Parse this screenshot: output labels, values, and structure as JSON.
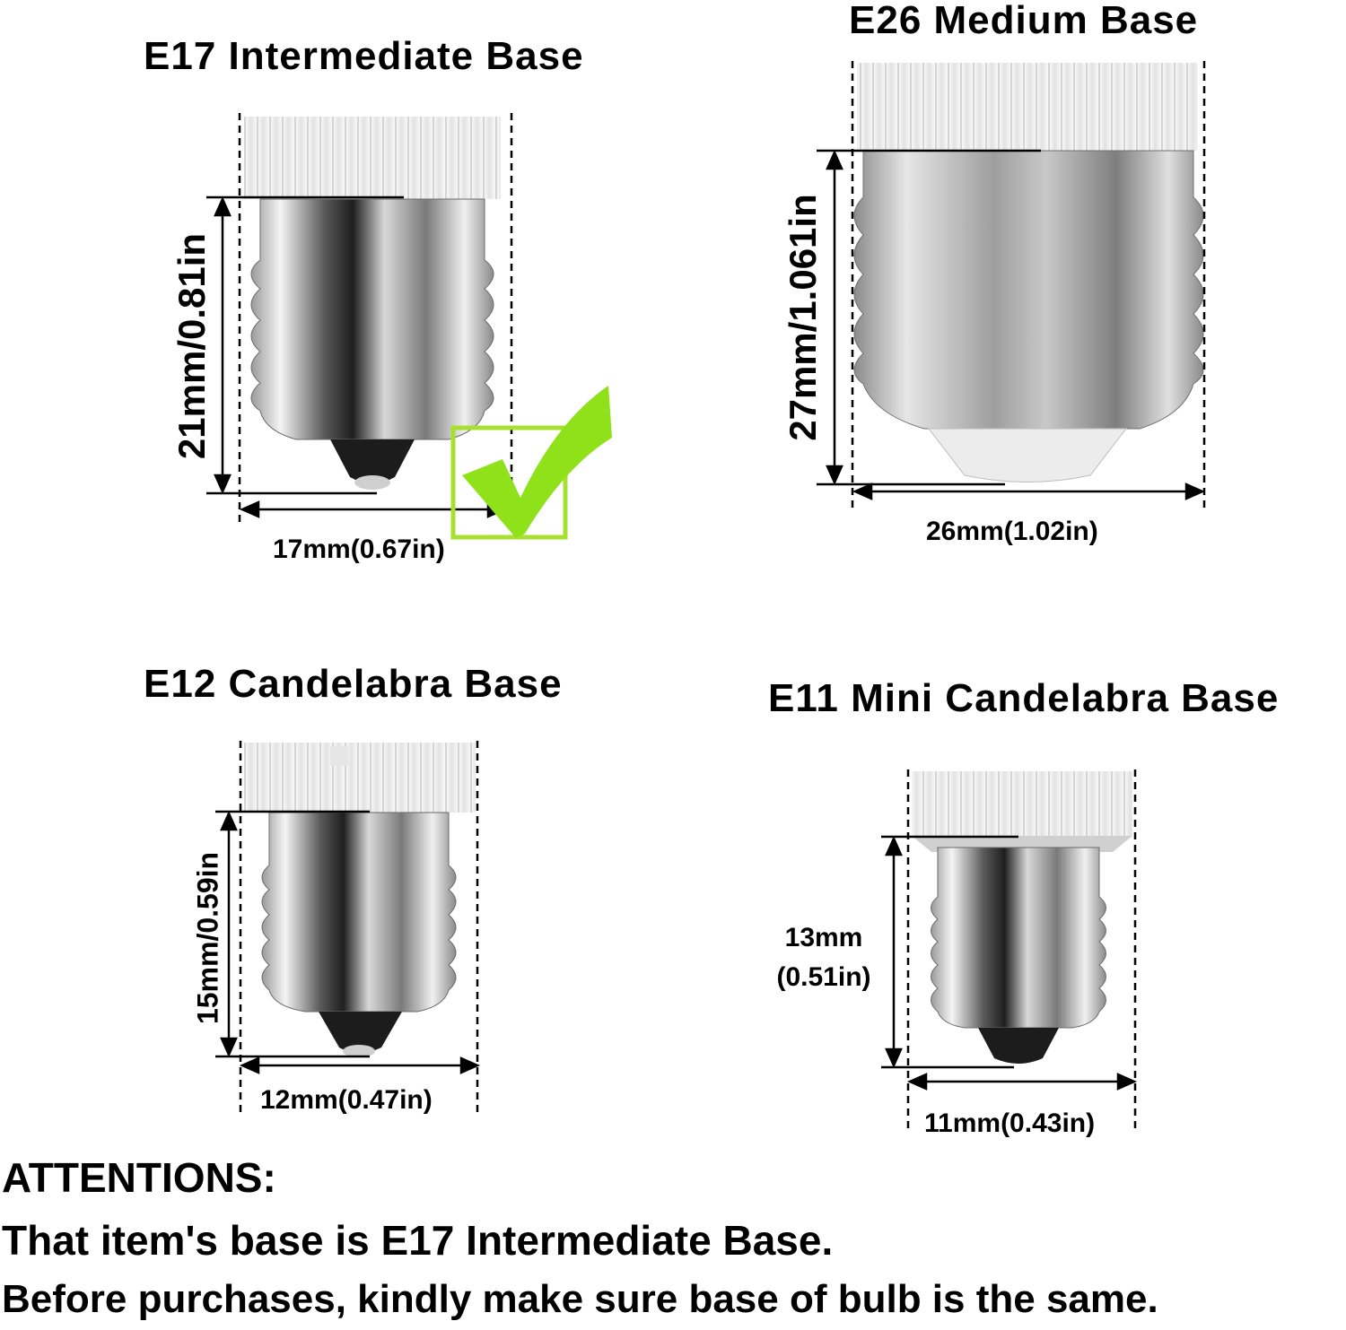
{
  "bases": [
    {
      "name": "E17 Intermediate Base",
      "height": "21mm/0.81in",
      "width": "17mm(0.67in)",
      "selected": true
    },
    {
      "name": "E26 Medium Base",
      "height": "27mm/1.061in",
      "width": "26mm(1.02in)",
      "selected": false
    },
    {
      "name": "E12 Candelabra Base",
      "height": "15mm/0.59in",
      "width": "12mm(0.47in)",
      "selected": false
    },
    {
      "name": "E11 Mini Candelabra Base",
      "height_line1": "13mm",
      "height_line2": "(0.51in)",
      "width": "11mm(0.43in)",
      "selected": false
    }
  ],
  "attentions": {
    "heading": "ATTENTIONS:",
    "line1": "That item's base is E17 Intermediate Base.",
    "line2": "Before purchases, kindly make sure base of bulb is the same."
  },
  "colors": {
    "check_green": "#8fe21a",
    "metal_light": "#e8e8e8",
    "metal_dark": "#3a3a3a",
    "contact_black": "#1c1c1c"
  }
}
